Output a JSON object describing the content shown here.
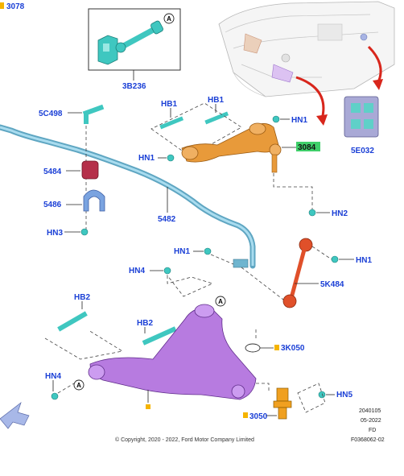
{
  "labels": {
    "top_left": "3078",
    "l3B236": "3B236",
    "l5C498": "5C498",
    "l5484": "5484",
    "l5486": "5486",
    "l5482": "5482",
    "hb1_a": "HB1",
    "hb1_b": "HB1",
    "hn1_a": "HN1",
    "hn1_b": "HN1",
    "hn1_c": "HN1",
    "hn1_d": "HN1",
    "l3084": "3084",
    "hn2": "HN2",
    "hn3": "HN3",
    "hn4_a": "HN4",
    "hn4_b": "HN4",
    "l5K484": "5K484",
    "l5E032": "5E032",
    "hb2_a": "HB2",
    "hb2_b": "HB2",
    "l3K050": "3K050",
    "hn5": "HN5",
    "l3050": "3050",
    "callout_a1": "A",
    "callout_a2": "A",
    "callout_a3": "A"
  },
  "meta": {
    "date_code": "2040105",
    "date": "05-2022",
    "fd": "FD",
    "figure_id": "F0368062-02"
  },
  "copyright": "© Copyright, 2020 - 2022, Ford Motor Company Limited",
  "colors": {
    "label_blue": "#1a3fd6",
    "teal_part": "#3fc7c0",
    "orange_arm": "#e89a3a",
    "purple_arm": "#b77be0",
    "red_link": "#e0502a",
    "stabilizer": "#7fc4dc",
    "highlight_green": "#3fcf6a",
    "marker_yellow": "#f5b400",
    "arrow_red": "#d8261c"
  },
  "icons": [
    "callout-circle-icon",
    "red-arrow-icon",
    "direction-arrow-icon"
  ]
}
